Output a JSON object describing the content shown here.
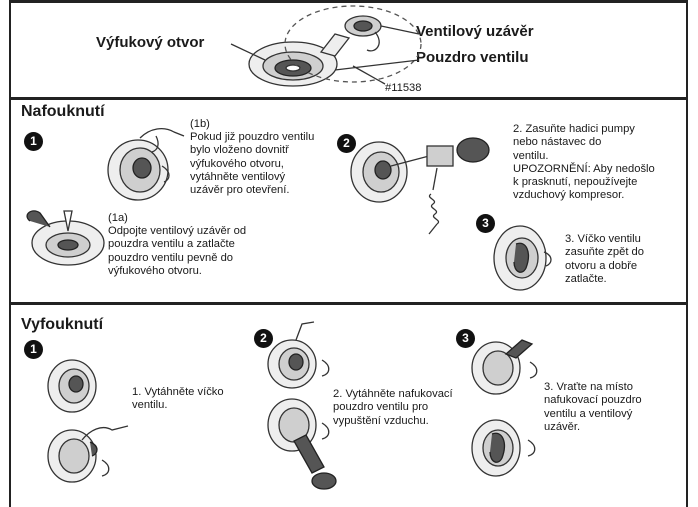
{
  "header": {
    "exhaust_label": "Výfukový otvor",
    "valve_cap_label": "Ventilový uzávěr",
    "valve_housing_label": "Pouzdro ventilu",
    "part_number": "#11538"
  },
  "inflation": {
    "title": "Nafouknutí",
    "step1_number": "1",
    "step1b_label": "(1b)",
    "step1b_text": [
      "Pokud již pouzdro ventilu",
      "bylo vloženo dovnitř",
      "výfukového otvoru,",
      "vytáhněte ventilový",
      "uzávěr pro otevření."
    ],
    "step1a_label": "(1a)",
    "step1a_text": [
      "Odpojte ventilový uzávěr od",
      "pouzdra ventilu a zatlačte",
      "pouzdro ventilu pevně do",
      "výfukového otvoru."
    ],
    "step2_number": "2",
    "step2_text": [
      "2. Zasuňte hadici pumpy",
      "nebo nástavec do",
      "ventilu.",
      "UPOZORNĚNÍ: Aby nedošlo",
      "k prasknutí, nepoužívejte",
      "vzduchový kompresor."
    ],
    "step3_number": "3",
    "step3_text": [
      "3. Víčko ventilu",
      "zasuňte zpět do",
      "otvoru a dobře",
      "zatlačte."
    ]
  },
  "deflation": {
    "title": "Vyfouknutí",
    "step1_number": "1",
    "step1_text": [
      "1. Vytáhněte víčko",
      "ventilu."
    ],
    "step2_number": "2",
    "step2_text": [
      "2. Vytáhněte nafukovací",
      "pouzdro ventilu pro",
      "vypuštění vzduchu."
    ],
    "step3_number": "3",
    "step3_text": [
      "3. Vraťte na místo",
      "nafukovací pouzdro",
      "ventilu a ventilový",
      "uzávěr."
    ]
  }
}
